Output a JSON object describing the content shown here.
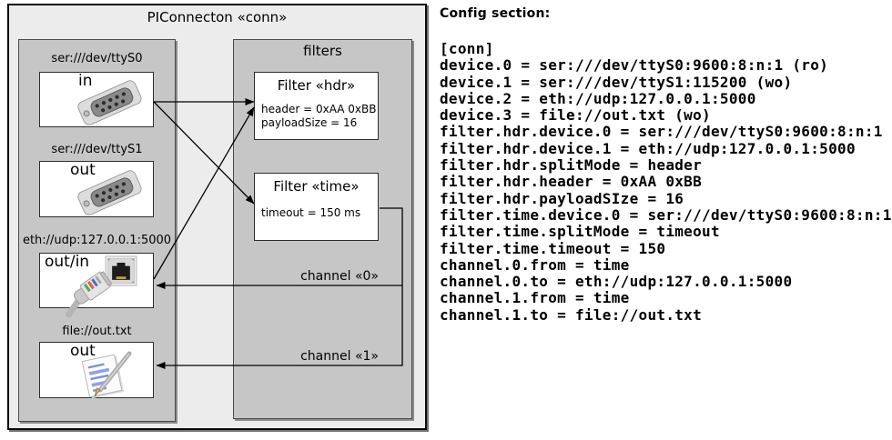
{
  "diagram": {
    "title": "PIConnecton «conn»",
    "filters_panel_label": "filters",
    "devices": [
      {
        "label": "ser:///dev/ttyS0",
        "port_label": "in",
        "icon": "serial-connector-icon"
      },
      {
        "label": "ser:///dev/ttyS1",
        "port_label": "out",
        "icon": "serial-connector-icon"
      },
      {
        "label": "eth://udp:127.0.0.1:5000",
        "port_label": "out/in",
        "icon": "ethernet-icon"
      },
      {
        "label": "file://out.txt",
        "port_label": "out",
        "icon": "file-note-icon"
      }
    ],
    "filters": [
      {
        "title": "Filter «hdr»",
        "lines": [
          "header = 0xAA 0xBB",
          "payloadSize = 16"
        ]
      },
      {
        "title": "Filter «time»",
        "lines": [
          "timeout = 150 ms"
        ]
      }
    ],
    "channels": [
      {
        "label": "channel «0»"
      },
      {
        "label": "channel «1»"
      }
    ]
  },
  "config": {
    "heading": "Config section:",
    "lines": [
      "[conn]",
      "device.0 = ser:///dev/ttyS0:9600:8:n:1 (ro)",
      "device.1 = ser:///dev/ttyS1:115200 (wo)",
      "device.2 = eth://udp:127.0.0.1:5000",
      "device.3 = file://out.txt (wo)",
      "filter.hdr.device.0 = ser:///dev/ttyS0:9600:8:n:1",
      "filter.hdr.device.1 = eth://udp:127.0.0.1:5000",
      "filter.hdr.splitMode = header",
      "filter.hdr.header = 0xAA 0xBB",
      "filter.hdr.payloadSIze = 16",
      "filter.time.device.0 = ser:///dev/ttyS0:9600:8:n:1",
      "filter.time.splitMode = timeout",
      "filter.time.timeout = 150",
      "channel.0.from = time",
      "channel.0.to = eth://udp:127.0.0.1:5000",
      "channel.1.from = time",
      "channel.1.to = file://out.txt"
    ]
  },
  "colors": {
    "outer_background": "#ececec",
    "panel_background": "#c6c6c6",
    "box_background": "#ffffff",
    "line": "#000000"
  }
}
